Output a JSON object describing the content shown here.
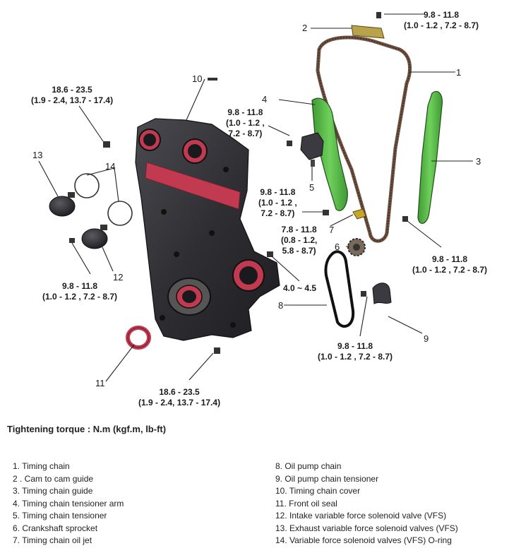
{
  "callouts": {
    "n1": "1",
    "n2": "2",
    "n3": "3",
    "n4": "4",
    "n5": "5",
    "n6": "6",
    "n7": "7",
    "n8": "8",
    "n9": "9",
    "n10": "10",
    "n11": "11",
    "n12": "12",
    "n13": "13",
    "n14": "14"
  },
  "torques": {
    "t_top_right": [
      "9.8 - 11.8",
      "(1.0 - 1.2 , 7.2 - 8.7)"
    ],
    "t_top_left": [
      "18.6 - 23.5",
      "(1.9 - 2.4, 13.7 - 17.4)"
    ],
    "t_tensioner": [
      "9.8 - 11.8",
      "(1.0 - 1.2 ,",
      "7.2 - 8.7)"
    ],
    "t_oiljet_bolt": [
      "9.8 - 11.8",
      "(1.0 - 1.2 ,",
      "7.2 - 8.7)"
    ],
    "t_oiljet": [
      "7.8 - 11.8",
      "(0.8 - 1.2,",
      "5.8 - 8.7)"
    ],
    "t_guide": [
      "9.8 - 11.8",
      "(1.0 - 1.2 , 7.2 - 8.7)"
    ],
    "t_vfs": [
      "9.8 - 11.8",
      "(1.0 - 1.2 , 7.2 - 8.7)"
    ],
    "t_oilpump": [
      "9.8 - 11.8",
      "(1.0 - 1.2 , 7.2 - 8.7)"
    ],
    "t_bottom": [
      "18.6 - 23.5",
      "(1.9 - 2.4, 13.7 - 17.4)"
    ],
    "t_seal": [
      "4.0 ~ 4.5"
    ]
  },
  "torque_title": "Tightening torque : N.m (kgf.m, lb-ft)",
  "legend_left": [
    "1. Timing chain",
    "2 . Cam to cam guide",
    "3. Timing chain guide",
    "4. Timing chain tensioner arm",
    "5. Timing chain tensioner",
    "6. Crankshaft sprocket",
    "7. Timing chain oil jet"
  ],
  "legend_right": [
    "8. Oil pump chain",
    "9. Oil pump chain tensioner",
    "10. Timing chain cover",
    "11. Front oil seal",
    "12. Intake variable force solenoid valve (VFS)",
    "13. Exhaust variable force solenoid valves (VFS)",
    "14. Variable force solenoid valves (VFS) O-ring"
  ],
  "colors": {
    "guide_green": "#58b947",
    "seal_red": "#c23a50",
    "cover_dark": "#2e2e33",
    "chain_brown": "#6e5040"
  }
}
